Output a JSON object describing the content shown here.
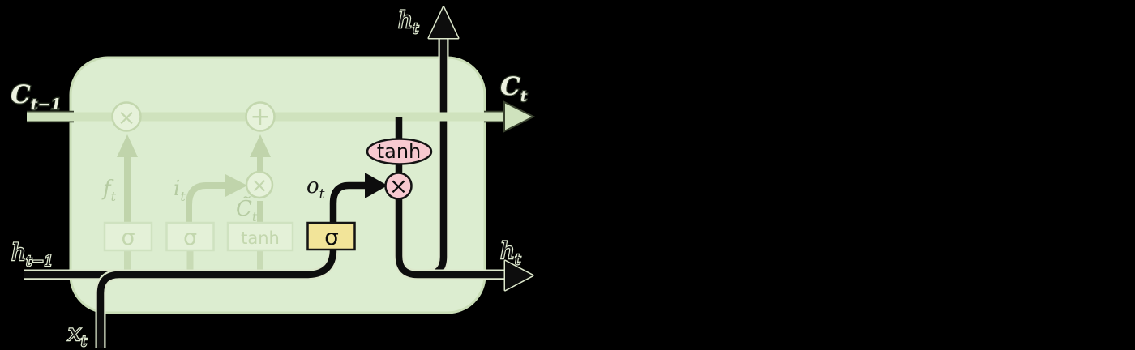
{
  "title": "LSTM cell diagram - output gate step",
  "colors": {
    "background": "#000000",
    "cell_fill": "#dcedd0",
    "cell_border": "#c9ddb6",
    "cell_state_line": "#cfe2bd",
    "faded_fill": "#e6f2da",
    "faded_stroke": "#c3d7ae",
    "faded_label": "#b5cba1",
    "signal_black": "#0d0d0d",
    "halo_light": "#dce7cb",
    "gate_yellow": "#f2e499",
    "op_pink": "#f7c9d0",
    "label_cream": "#ecf1df",
    "label_dark": "#141414"
  },
  "labels": {
    "c_prev": {
      "main": "C",
      "sub": "t−1"
    },
    "c_next": {
      "main": "C",
      "sub": "t"
    },
    "h_next_top": {
      "main": "h",
      "sub": "t"
    },
    "h_next_right": {
      "main": "h",
      "sub": "t"
    },
    "h_prev": {
      "main": "h",
      "sub": "t−1"
    },
    "x_in": {
      "main": "x",
      "sub": "t"
    },
    "forget": {
      "main": "f",
      "sub": "t"
    },
    "input": {
      "main": "i",
      "sub": "t"
    },
    "candidate": {
      "main": "C̃",
      "sub": "t"
    },
    "output": {
      "main": "o",
      "sub": "t"
    }
  },
  "gates": {
    "forget_sigma": "σ",
    "input_sigma": "σ",
    "candidate_tanh": "tanh",
    "output_sigma": "σ"
  },
  "operators": {
    "cell_multiply": "×",
    "cell_add": "+",
    "candidate_multiply": "×",
    "output_multiply": "×",
    "output_tanh": "tanh"
  }
}
